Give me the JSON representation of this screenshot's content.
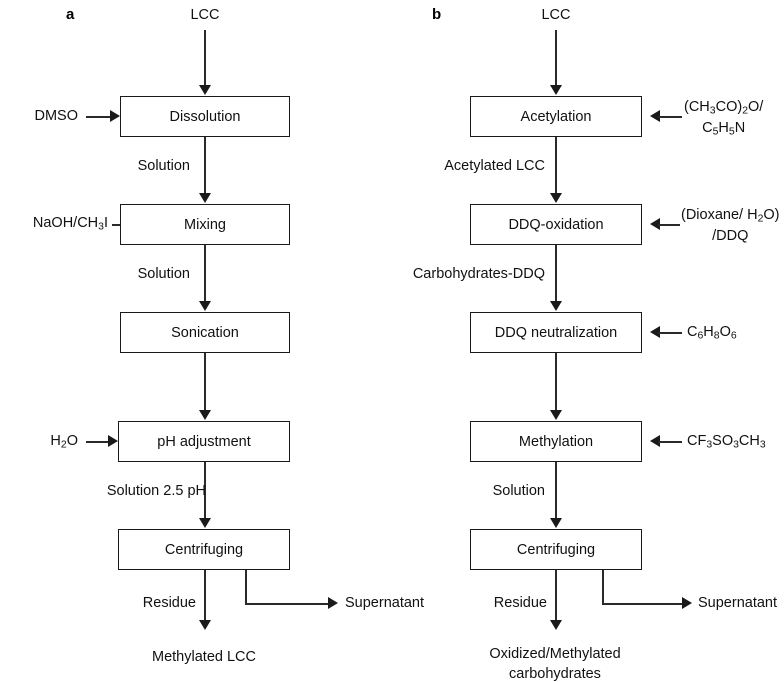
{
  "figure": {
    "type": "flowchart",
    "panels": [
      {
        "id": "a",
        "label": "a",
        "input": "LCC",
        "steps": [
          {
            "name": "Dissolution",
            "reagent": "DMSO",
            "reagent_side": "left",
            "output_label": "Solution"
          },
          {
            "name": "Mixing",
            "reagent": "NaOH/CH3I",
            "reagent_side": "left",
            "output_label": "Solution"
          },
          {
            "name": "Sonication",
            "reagent": "",
            "reagent_side": "",
            "output_label": ""
          },
          {
            "name": "pH adjustment",
            "reagent": "H2O",
            "reagent_side": "left",
            "output_label": "Solution 2.5 pH"
          },
          {
            "name": "Centrifuging",
            "reagent": "",
            "reagent_side": "",
            "output_label": ""
          }
        ],
        "branch_left_label": "Residue",
        "branch_right_label": "Supernatant",
        "final_output": "Methylated LCC"
      },
      {
        "id": "b",
        "label": "b",
        "input": "LCC",
        "steps": [
          {
            "name": "Acetylation",
            "reagent": "(CH3CO)2O/ C5H5N",
            "reagent_side": "right",
            "output_label": "Acetylated LCC"
          },
          {
            "name": "DDQ-oxidation",
            "reagent": "(Dioxane/ H2O) /DDQ",
            "reagent_side": "right",
            "output_label": "Carbohydrates-DDQ"
          },
          {
            "name": "DDQ neutralization",
            "reagent": "C6H8O6",
            "reagent_side": "right",
            "output_label": ""
          },
          {
            "name": "Methylation",
            "reagent": "CF3SO3CH3",
            "reagent_side": "right",
            "output_label": "Solution"
          },
          {
            "name": "Centrifuging",
            "reagent": "",
            "reagent_side": "",
            "output_label": ""
          }
        ],
        "branch_left_label": "Residue",
        "branch_right_label": "Supernatant",
        "final_output": "Oxidized/Methylated carbohydrates"
      }
    ]
  },
  "panel_a": {
    "label": "a",
    "input": "LCC",
    "box_dissolution": "Dissolution",
    "box_mixing": "Mixing",
    "box_sonication": "Sonication",
    "box_ph": "pH adjustment",
    "box_centrifuging": "Centrifuging",
    "reagent_dmso": "DMSO",
    "reagent_naoh": "NaOH/CH",
    "reagent_naoh_sub": "3",
    "reagent_naoh_tail": "I",
    "reagent_water": "H",
    "reagent_water_sub": "2",
    "reagent_water_tail": "O",
    "label_solution1": "Solution",
    "label_solution2": "Solution",
    "label_solution_ph": "Solution 2.5 pH",
    "label_residue": "Residue",
    "label_supernatant": "Supernatant",
    "final_output": "Methylated LCC"
  },
  "panel_b": {
    "label": "b",
    "input": "LCC",
    "box_acetylation": "Acetylation",
    "box_ddq_oxidation": "DDQ-oxidation",
    "box_ddq_neutralization": "DDQ neutralization",
    "box_methylation": "Methylation",
    "box_centrifuging": "Centrifuging",
    "reagent_acetyl_line1_a": "(CH",
    "reagent_acetyl_line1_b": "3",
    "reagent_acetyl_line1_c": "CO)",
    "reagent_acetyl_line1_d": "2",
    "reagent_acetyl_line1_e": "O/",
    "reagent_acetyl_line2_a": "C",
    "reagent_acetyl_line2_b": "5",
    "reagent_acetyl_line2_c": "H",
    "reagent_acetyl_line2_d": "5",
    "reagent_acetyl_line2_e": "N",
    "reagent_ddq_line1_a": "(Dioxane/ H",
    "reagent_ddq_line1_b": "2",
    "reagent_ddq_line1_c": "O)",
    "reagent_ddq_line2": "/DDQ",
    "reagent_ascorbic_a": "C",
    "reagent_ascorbic_b": "6",
    "reagent_ascorbic_c": "H",
    "reagent_ascorbic_d": "8",
    "reagent_ascorbic_e": "O",
    "reagent_ascorbic_f": "6",
    "reagent_methyl_a": "CF",
    "reagent_methyl_b": "3",
    "reagent_methyl_c": "SO",
    "reagent_methyl_d": "3",
    "reagent_methyl_e": "CH",
    "reagent_methyl_f": "3",
    "label_acetylated_lcc": "Acetylated LCC",
    "label_carbohydrates_ddq": "Carbohydrates-DDQ",
    "label_solution": "Solution",
    "label_residue": "Residue",
    "label_supernatant": "Supernatant",
    "final_output_line1": "Oxidized/Methylated",
    "final_output_line2": "carbohydrates"
  },
  "colors": {
    "stroke": "#1a1a1a",
    "connector": "#2a2a2a",
    "background": "#ffffff",
    "text": "#111111"
  }
}
